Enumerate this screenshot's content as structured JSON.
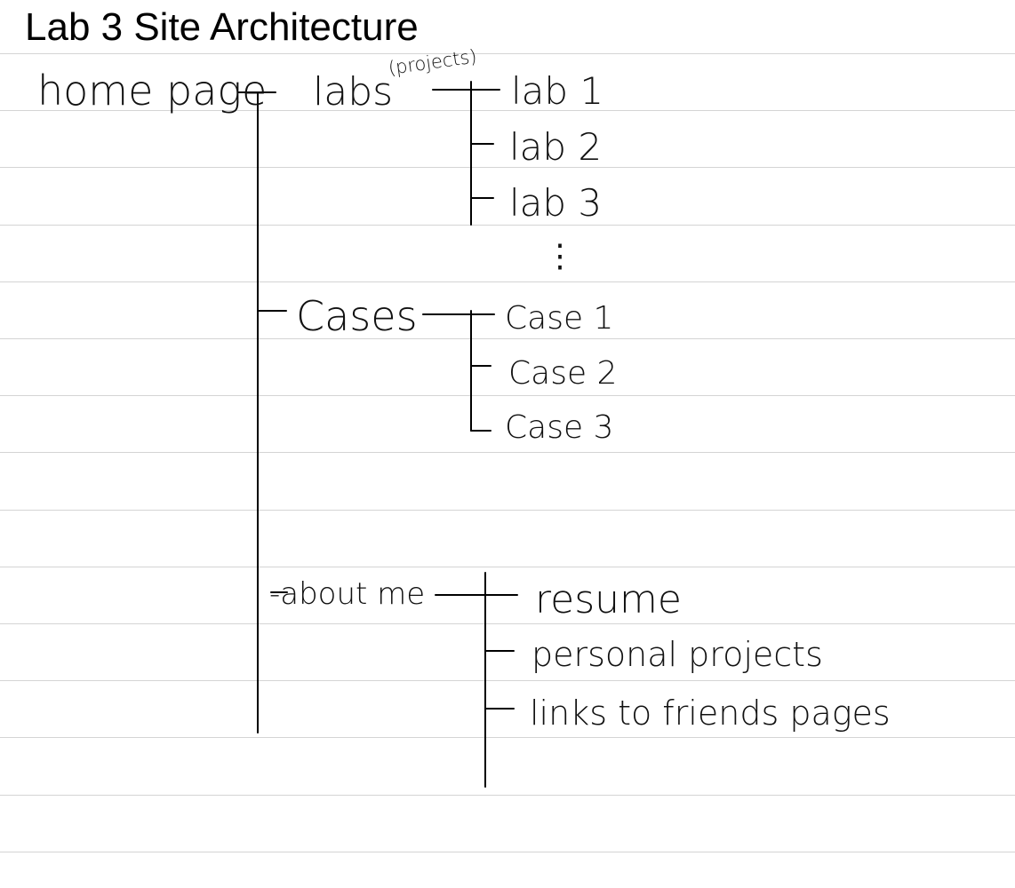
{
  "title": "Lab 3 Site Architecture",
  "colors": {
    "ink": "#000000",
    "rule_line": "#d4d4d4",
    "background": "#ffffff"
  },
  "tree": {
    "root": "home page",
    "labs": {
      "label": "labs",
      "note": "(projects)",
      "children": [
        "lab 1",
        "lab 2",
        "lab 3"
      ],
      "continuation": "⋮"
    },
    "cases": {
      "label": "Cases",
      "children": [
        "Case 1",
        "Case 2",
        "Case 3"
      ]
    },
    "about": {
      "label": "-about me",
      "children": [
        "resume",
        "personal projects",
        "links to friends pages"
      ]
    }
  }
}
